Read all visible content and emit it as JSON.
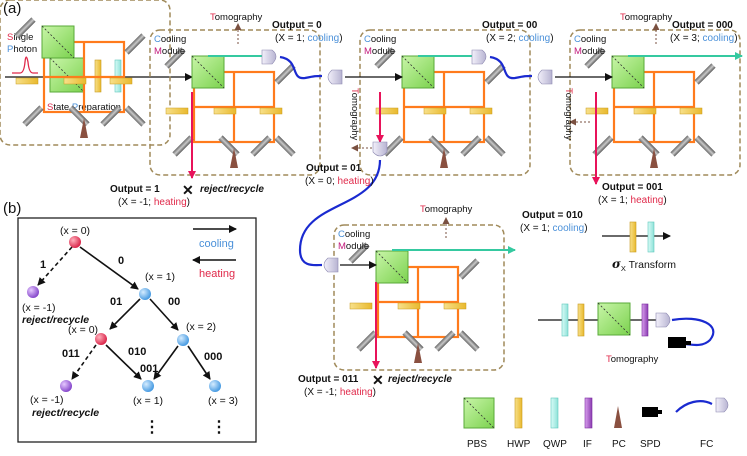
{
  "panel_a_label": "(a)",
  "panel_b_label": "(b)",
  "source": {
    "line1_first": "S",
    "line1_rest": "ingle",
    "line2_first": "P",
    "line2_rest": "hoton"
  },
  "state_prep": {
    "first1": "S",
    "rest1": "tate ",
    "first2": "P",
    "rest2": "reparation"
  },
  "module_label": {
    "c": "C",
    "ooling": "ooling",
    "m": "M",
    "odule": "odule"
  },
  "tomography": {
    "t": "T",
    "rest": "omography"
  },
  "outputs": {
    "o0_label": "Output = ",
    "o0_value": "0",
    "o0_x": "(X = 1; ",
    "o0_tag": "cooling",
    "o0_end": ")",
    "o00_label": "Output = ",
    "o00_value": "00",
    "o00_x": "(X = 2; ",
    "o00_tag": "cooling",
    "o00_end": ")",
    "o000_label": "Output = ",
    "o000_value": "000",
    "o000_x": "(X = 3; ",
    "o000_tag": "cooling",
    "o000_end": ")",
    "o1_label": "Output = 1",
    "o1_reject": "reject/recycle",
    "o1_x": "(X = -1; ",
    "o1_tag": "heating",
    "o1_end": ")",
    "o01_label": "Output = 01",
    "o01_x": "(X = 0; ",
    "o01_tag": "heating",
    "o01_end": ")",
    "o001_label": "Output = 001",
    "o001_x": "(X = 1; ",
    "o001_tag": "heating",
    "o001_end": ")",
    "o010_label": "Output = 010",
    "o010_x": "(X = 1; ",
    "o010_tag": "cooling",
    "o010_end": ")",
    "o011_label": "Output = 011",
    "o011_reject": "reject/recycle",
    "o011_x": "(X = -1; ",
    "o011_tag": "heating",
    "o011_end": ")"
  },
  "tree": {
    "root": "(x = 0)",
    "n_minus1_a": "(x = -1)",
    "reject_a": "reject/recycle",
    "n_x1": "(x = 1)",
    "n_x0": "(x = 0)",
    "n_x2": "(x = 2)",
    "n_minus1_b": "(x = -1)",
    "reject_b": "reject/recycle",
    "n_x1b": "(x = 1)",
    "n_x3": "(x = 3)",
    "e1": "1",
    "e0": "0",
    "e01": "01",
    "e00": "00",
    "e011": "011",
    "e010": "010",
    "e001": "001",
    "e000": "000",
    "dots": "⋮",
    "cooling": "cooling",
    "heating": "heating"
  },
  "sigma": {
    "sym": "σ",
    "sub": "X",
    "text": " Transform"
  },
  "legend": [
    "PBS",
    "HWP",
    "QWP",
    "IF",
    "PC",
    "SPD",
    "FC"
  ],
  "colors": {
    "node_red": "#e0294a",
    "node_blue": "#5aaee8",
    "node_purple": "#9b59d0",
    "orange": "#ff7b1c",
    "green_beam": "#35c9a0",
    "pink_beam": "#e8135a",
    "fiber": "#1a2ad0",
    "module_border": "#a08a5a",
    "pbs": "#9be07a",
    "hwp": "#f4d25a",
    "qwp": "#a8f0ea",
    "if": "#b060d0",
    "pc": "#8a5040"
  }
}
